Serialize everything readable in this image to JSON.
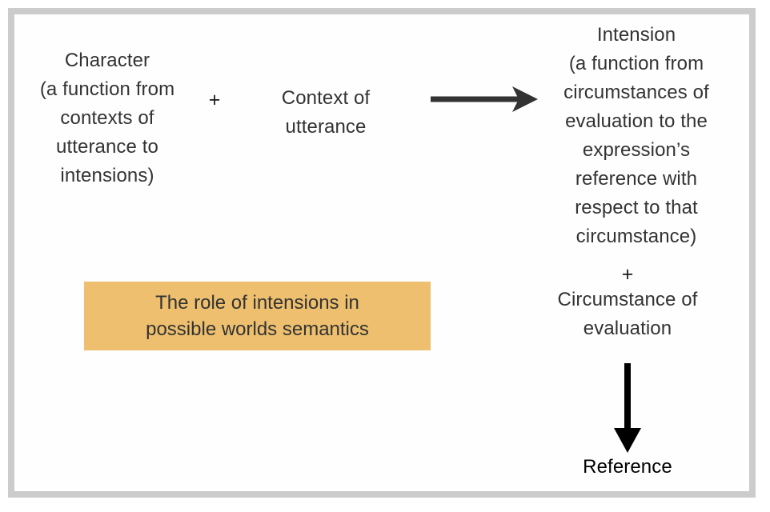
{
  "diagram": {
    "title_concept": "The role of intensions in possible worlds semantics",
    "frame_color": "#cccccc",
    "background": "#ffffff",
    "text_color": "#333333",
    "accent_color": "#edbf6e",
    "arrow_color": "#333333",
    "arrow_color_vertical": "#000000"
  },
  "nodes": {
    "character": "Character\n(a function from\ncontexts of\nutterance to\nintensions)",
    "plus_one": "+",
    "context_of_utterance": "Context of\nutterance",
    "intension": "Intension\n(a function from\ncircumstances of\nevaluation to the\nexpression’s\nreference with\nrespect to that\ncircumstance)",
    "plus_two": "+",
    "circumstance_of_evaluation": "Circumstance of\nevaluation",
    "reference": "Reference"
  },
  "callout": {
    "label": "The role of intensions in\npossible worlds semantics",
    "fill": "#edbf6e"
  },
  "arrows": {
    "horizontal": {
      "name": "character-plus-context-to-intension",
      "direction": "right"
    },
    "vertical": {
      "name": "intension-plus-circumstance-to-reference",
      "direction": "down"
    }
  }
}
